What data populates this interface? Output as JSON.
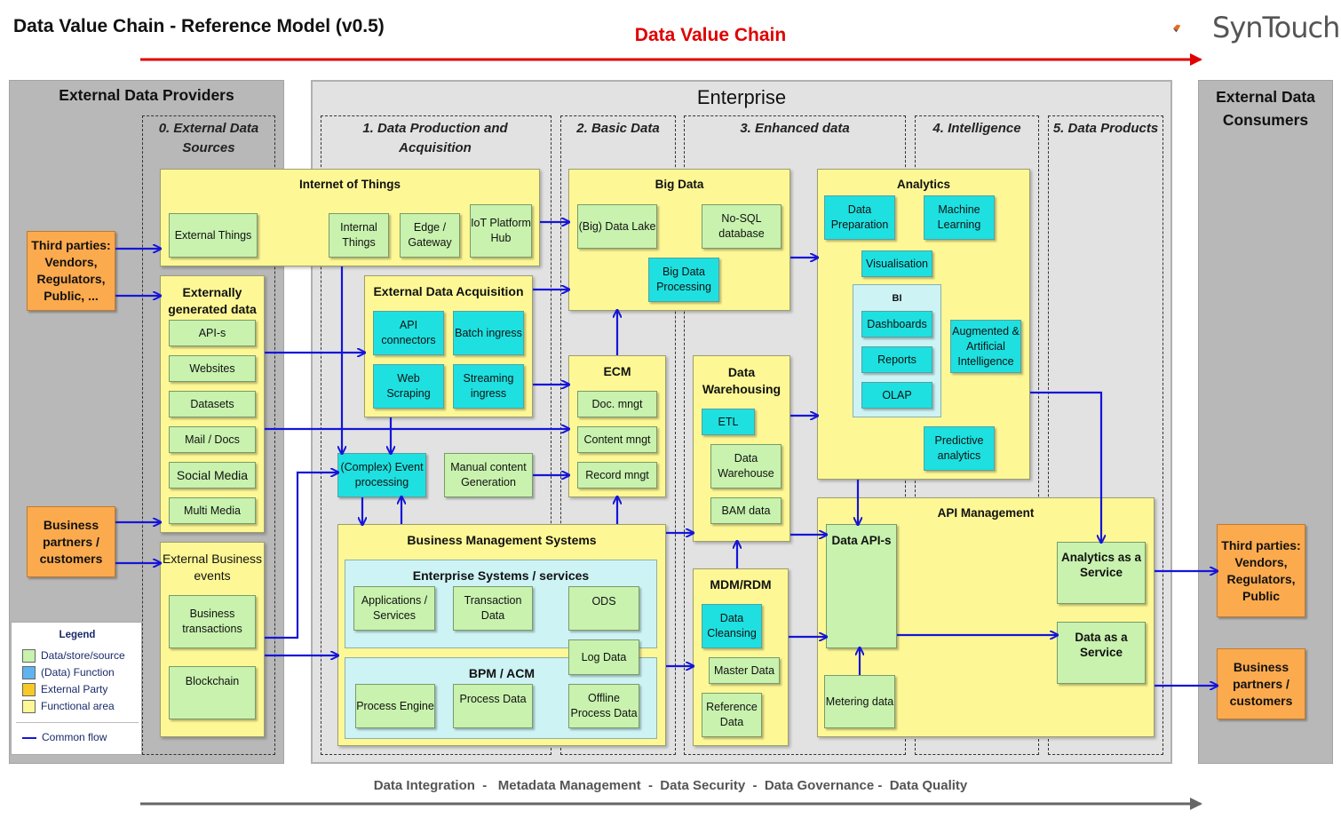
{
  "title": "Data Value Chain - Reference Model (v0.5)",
  "value_chain_label": "Data Value Chain",
  "logo_text": "SynTouch",
  "panels": {
    "external_providers": "External Data Providers",
    "enterprise": "Enterprise",
    "external_consumers": "External Data Consumers"
  },
  "columns": {
    "c0": "0. External Data Sources",
    "c1": "1. Data Production and Acquisition",
    "c2": "2. Basic Data",
    "c3": "3. Enhanced data",
    "c4": "4. Intelligence",
    "c5": "5. Data Products"
  },
  "parties": {
    "third_left": "Third parties: Vendors, Regulators, Public, ...",
    "business_left": "Business partners / customers",
    "third_right": "Third parties: Vendors, Regulators, Public",
    "business_right": "Business partners / customers"
  },
  "areas": {
    "iot": "Internet of Things",
    "ext_generated": "Externally generated data",
    "ext_events": "External Business events",
    "eda": "External Data Acquisition",
    "big_data": "Big Data",
    "ecm": "ECM",
    "bms": "Business Management Systems",
    "enterprise_systems": "Enterprise Systems / services",
    "bpm": "BPM / ACM",
    "dwh": "Data Warehousing",
    "mdm": "MDM/RDM",
    "analytics": "Analytics",
    "bi": "BI",
    "api_mgmt": "API Management"
  },
  "boxes": {
    "external_things": "External Things",
    "internal_things": "Internal Things",
    "edge_gateway": "Edge / Gateway",
    "iot_hub": "IoT Platform Hub",
    "apis": "API-s",
    "websites": "Websites",
    "datasets": "Datasets",
    "mail_docs": "Mail / Docs",
    "social_media": "Social Media",
    "multi_media": "Multi Media",
    "business_transactions": "Business transactions",
    "blockchain": "Blockchain",
    "api_connectors": "API connectors",
    "batch_ingress": "Batch ingress",
    "web_scraping": "Web Scraping",
    "streaming_ingress": "Streaming ingress",
    "complex_event": "(Complex) Event processing",
    "manual_content": "Manual content Generation",
    "applications_services": "Applications / Services",
    "transaction_data": "Transaction Data",
    "ods": "ODS",
    "log_data": "Log Data",
    "process_engine": "Process Engine",
    "process_data": "Process Data",
    "offline_process_data": "Offline Process Data",
    "big_data_lake": "(Big) Data Lake",
    "nosql": "No-SQL database",
    "big_data_processing": "Big Data Processing",
    "doc_mngt": "Doc. mngt",
    "content_mngt": "Content mngt",
    "record_mngt": "Record mngt",
    "etl": "ETL",
    "data_warehouse": "Data Warehouse",
    "bam_data": "BAM data",
    "data_cleansing": "Data Cleansing",
    "master_data": "Master Data",
    "reference_data": "Reference Data",
    "data_preparation": "Data Preparation",
    "machine_learning": "Machine Learning",
    "visualisation": "Visualisation",
    "dashboards": "Dashboards",
    "reports": "Reports",
    "olap": "OLAP",
    "augmented_ai": "Augmented & Artificial Intelligence",
    "predictive_analytics": "Predictive analytics",
    "data_apis": "Data API-s",
    "metering_data": "Metering data",
    "analytics_service": "Analytics as a Service",
    "data_service": "Data as a Service"
  },
  "legend": {
    "title": "Legend",
    "items": [
      "Data/store/source",
      "(Data) Function",
      "External Party",
      "Functional area"
    ],
    "flow": "Common flow",
    "colors": [
      "#c8f2ae",
      "#5fb3f2",
      "#f6c927",
      "#fdf895"
    ]
  },
  "footer": "Data Integration  -   Metadata Management  -  Data Security  -  Data Governance -  Data Quality",
  "colors": {
    "flow": "#1515d8",
    "value_chain": "#e00000",
    "footer_arrow": "#666666"
  }
}
